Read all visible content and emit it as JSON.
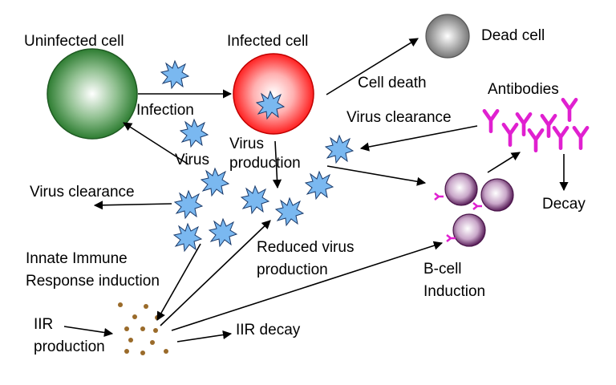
{
  "labels": {
    "uninfected_cell": "Uninfected cell",
    "infected_cell": "Infected cell",
    "dead_cell": "Dead cell",
    "infection": "Infection",
    "cell_death": "Cell death",
    "antibodies": "Antibodies",
    "virus_clearance_antibody": "Virus clearance",
    "virus": "Virus",
    "virus_production_1": "Virus",
    "virus_production_2": "production",
    "virus_clearance_innate": "Virus clearance",
    "decay": "Decay",
    "innate_1": "Innate Immune",
    "innate_2": "Response induction",
    "reduced_1": "Reduced virus",
    "reduced_2": "production",
    "bcell_1": "B-cell",
    "bcell_2": "Induction",
    "iir_1": "IIR",
    "iir_2": "production",
    "iir_decay": "IIR decay"
  },
  "colors": {
    "uninfected_cell": "#2e7d32",
    "infected_cell": "#ff2d2d",
    "dead_cell": "#7a7a7a",
    "virus": "#7ab8f0",
    "antibody": "#e020d0",
    "bcell": "#6b2a6b",
    "iir_dot": "#9a6b2a"
  },
  "icons": [
    "virus-icon",
    "antibody-icon",
    "b-cell-icon",
    "iir-particle-icon"
  ]
}
